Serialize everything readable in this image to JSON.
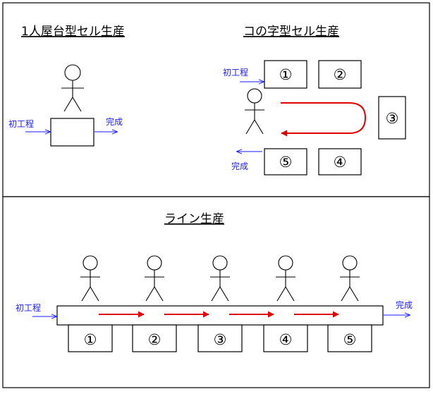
{
  "single_person_cell": {
    "title": "1人屋台型セル生産",
    "input_label": "初工程",
    "output_label": "完成"
  },
  "u_shaped_cell": {
    "title": "コの字型セル生産",
    "input_label": "初工程",
    "output_label": "完成",
    "stations": [
      "①",
      "②",
      "③",
      "④",
      "⑤"
    ]
  },
  "line_production": {
    "title": "ライン生産",
    "input_label": "初工程",
    "output_label": "完成",
    "stations": [
      "①",
      "②",
      "③",
      "④",
      "⑤"
    ]
  }
}
